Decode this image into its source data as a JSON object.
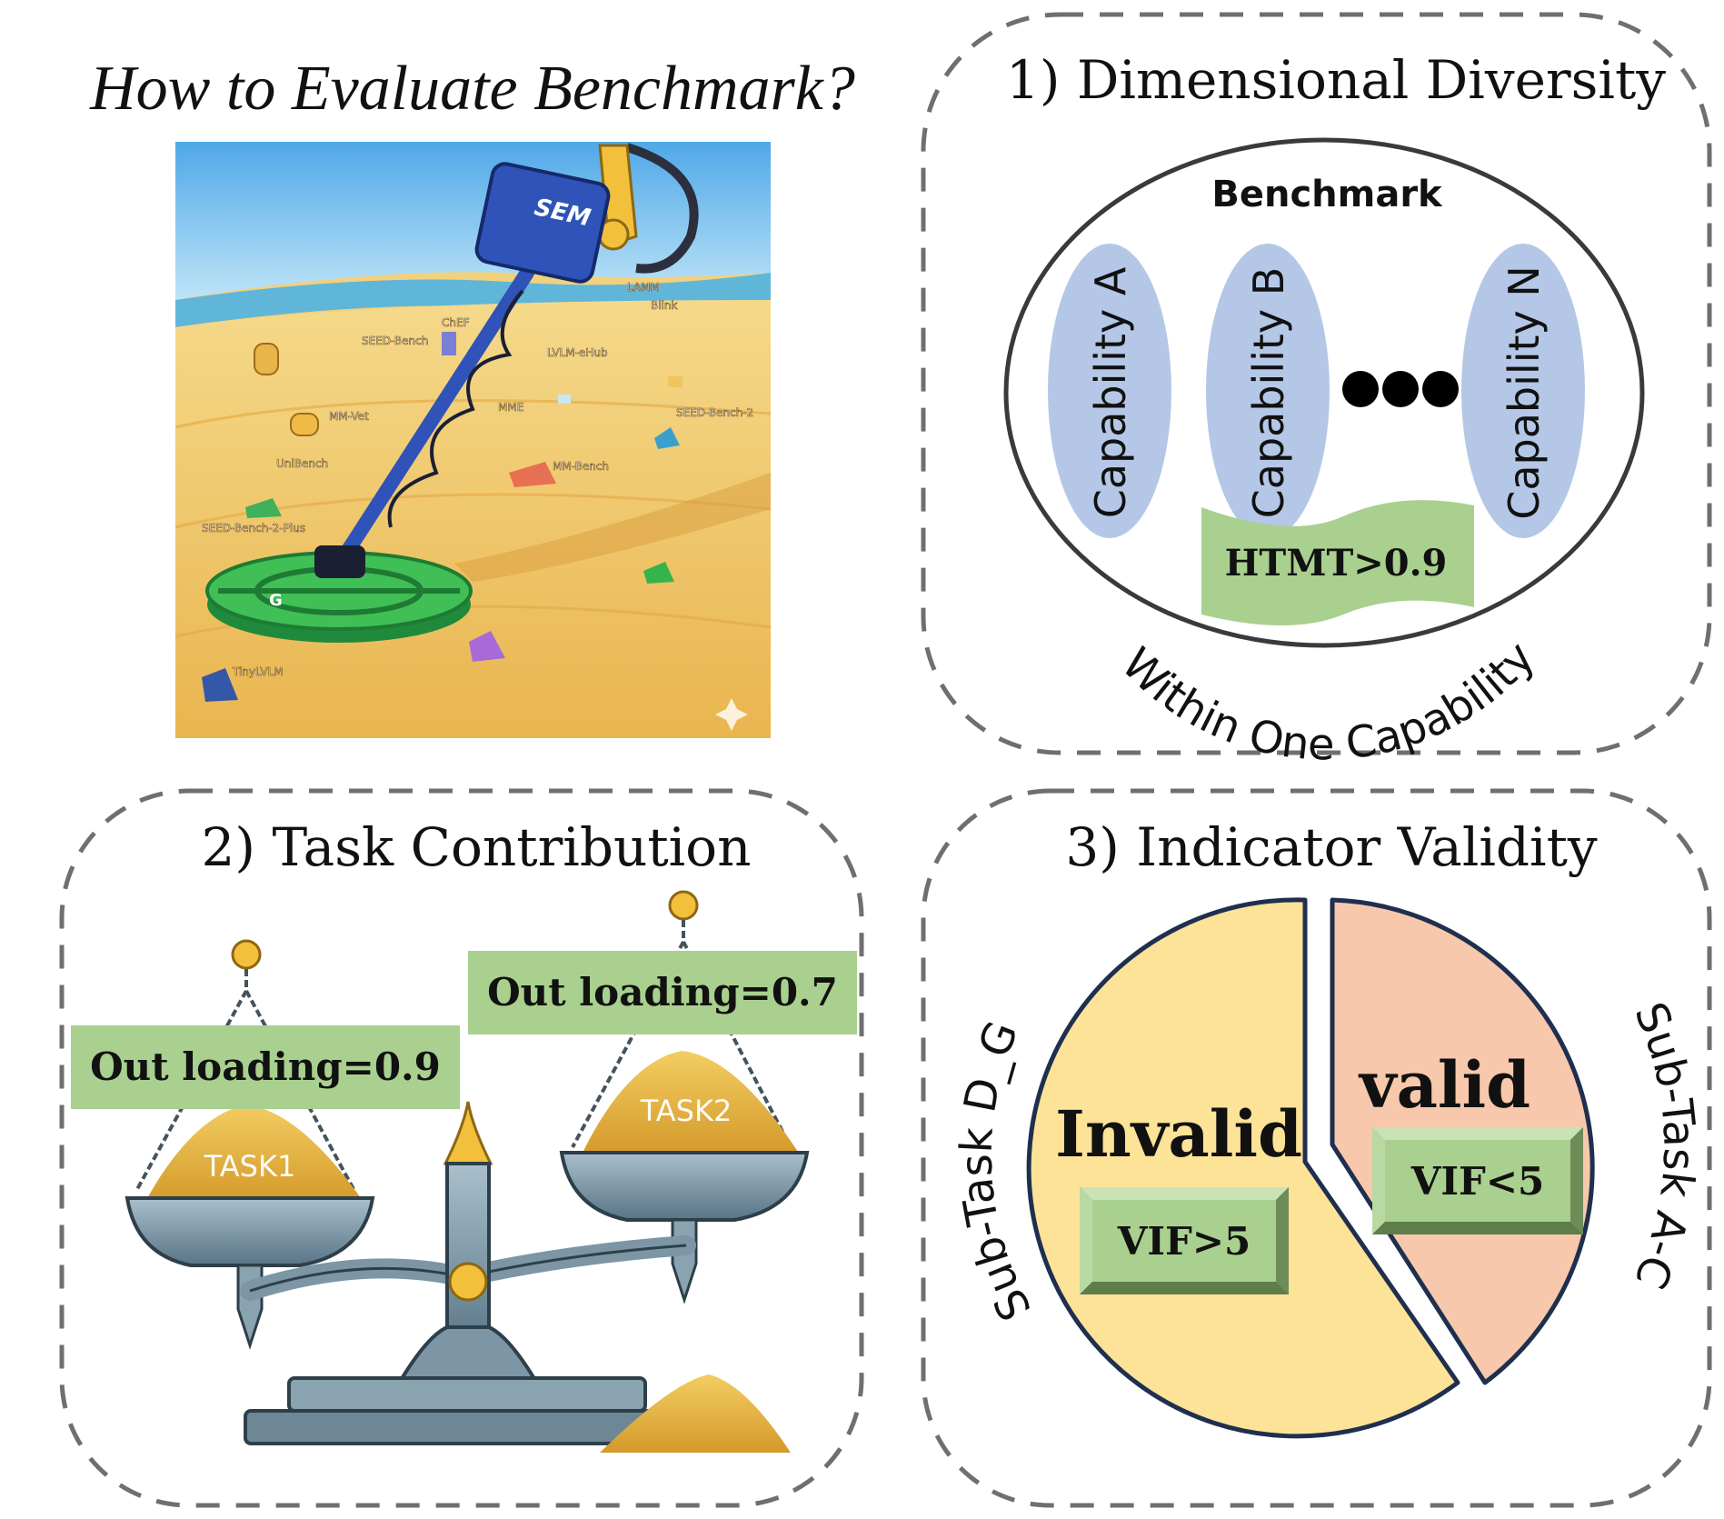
{
  "header": {
    "title": "How to Evaluate Benchmark?"
  },
  "detector": {
    "brand": "SEM",
    "coil_mark": "G"
  },
  "benchmarks": [
    "SEED-Bench",
    "ChEF",
    "LAMM",
    "Blink",
    "LVLM-eHub",
    "MME",
    "MM-Vet",
    "SEED-Bench-2",
    "UniBench",
    "MM-Bench",
    "SEED-Bench-2-Plus",
    "TinyLVLM"
  ],
  "panel1": {
    "title": "1) Dimensional Diversity",
    "container_label": "Benchmark",
    "capabilities": [
      "Capability A",
      "Capability B",
      "Capability N"
    ],
    "htmt_label": "HTMT>0.9",
    "arc_caption": "Within One Capability"
  },
  "panel2": {
    "title": "2) Task Contribution",
    "left_label": "Out loading=0.9",
    "right_label": "Out loading=0.7",
    "left_task": "TASK1",
    "right_task": "TASK2"
  },
  "panel3": {
    "title": "3) Indicator Validity",
    "invalid_label": "Invalid",
    "valid_label": "valid",
    "vif_invalid": "VIF>5",
    "vif_valid": "VIF<5",
    "left_caption": "Sub-Task D_G",
    "right_caption": "Sub-Task A-C",
    "colors": {
      "invalid": "#FDE398",
      "valid": "#F7C8AB",
      "box": "#A9D08E",
      "border": "#1F2F4F"
    }
  }
}
